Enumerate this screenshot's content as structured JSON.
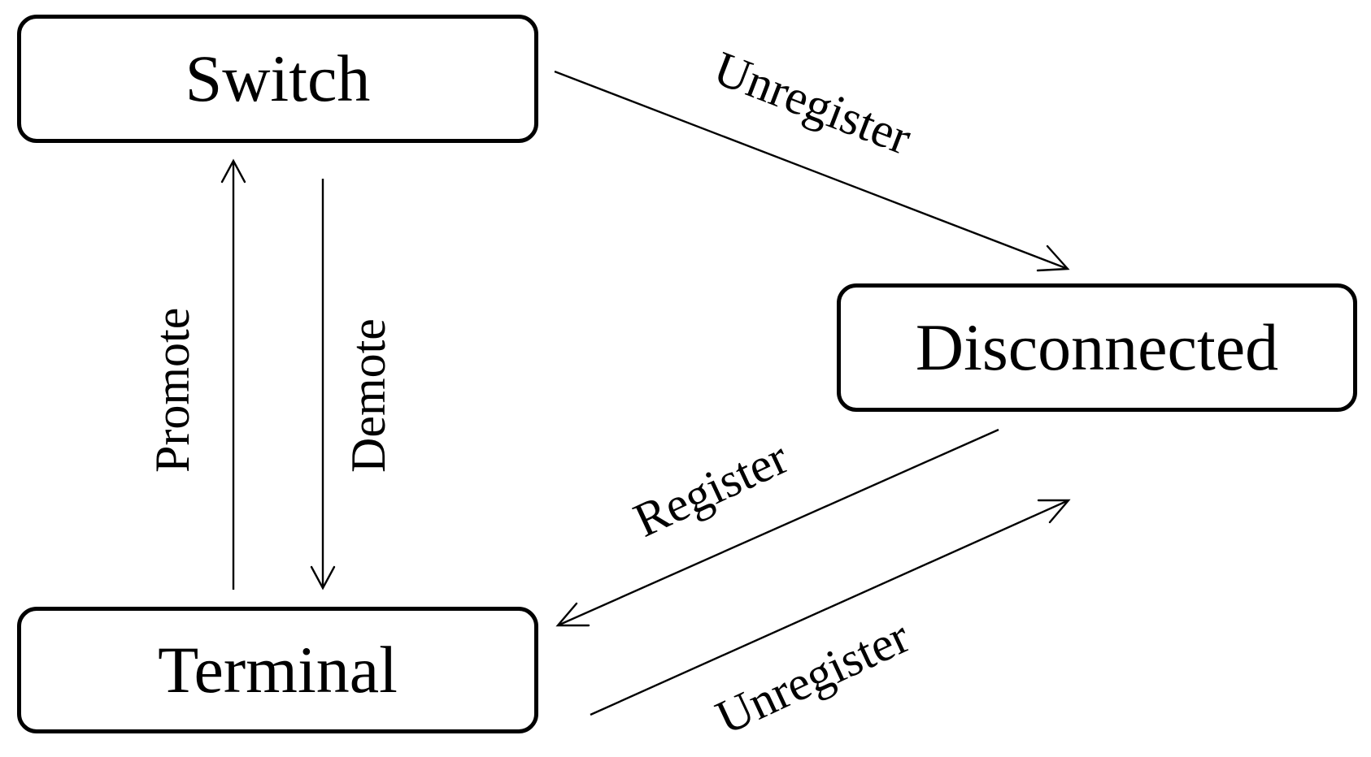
{
  "diagram": {
    "states": {
      "switch": "Switch",
      "disconnected": "Disconnected",
      "terminal": "Terminal"
    },
    "transitions": {
      "switch_unregister": "Unregister",
      "promote": "Promote",
      "demote": "Demote",
      "register": "Register",
      "terminal_unregister": "Unregister"
    }
  }
}
